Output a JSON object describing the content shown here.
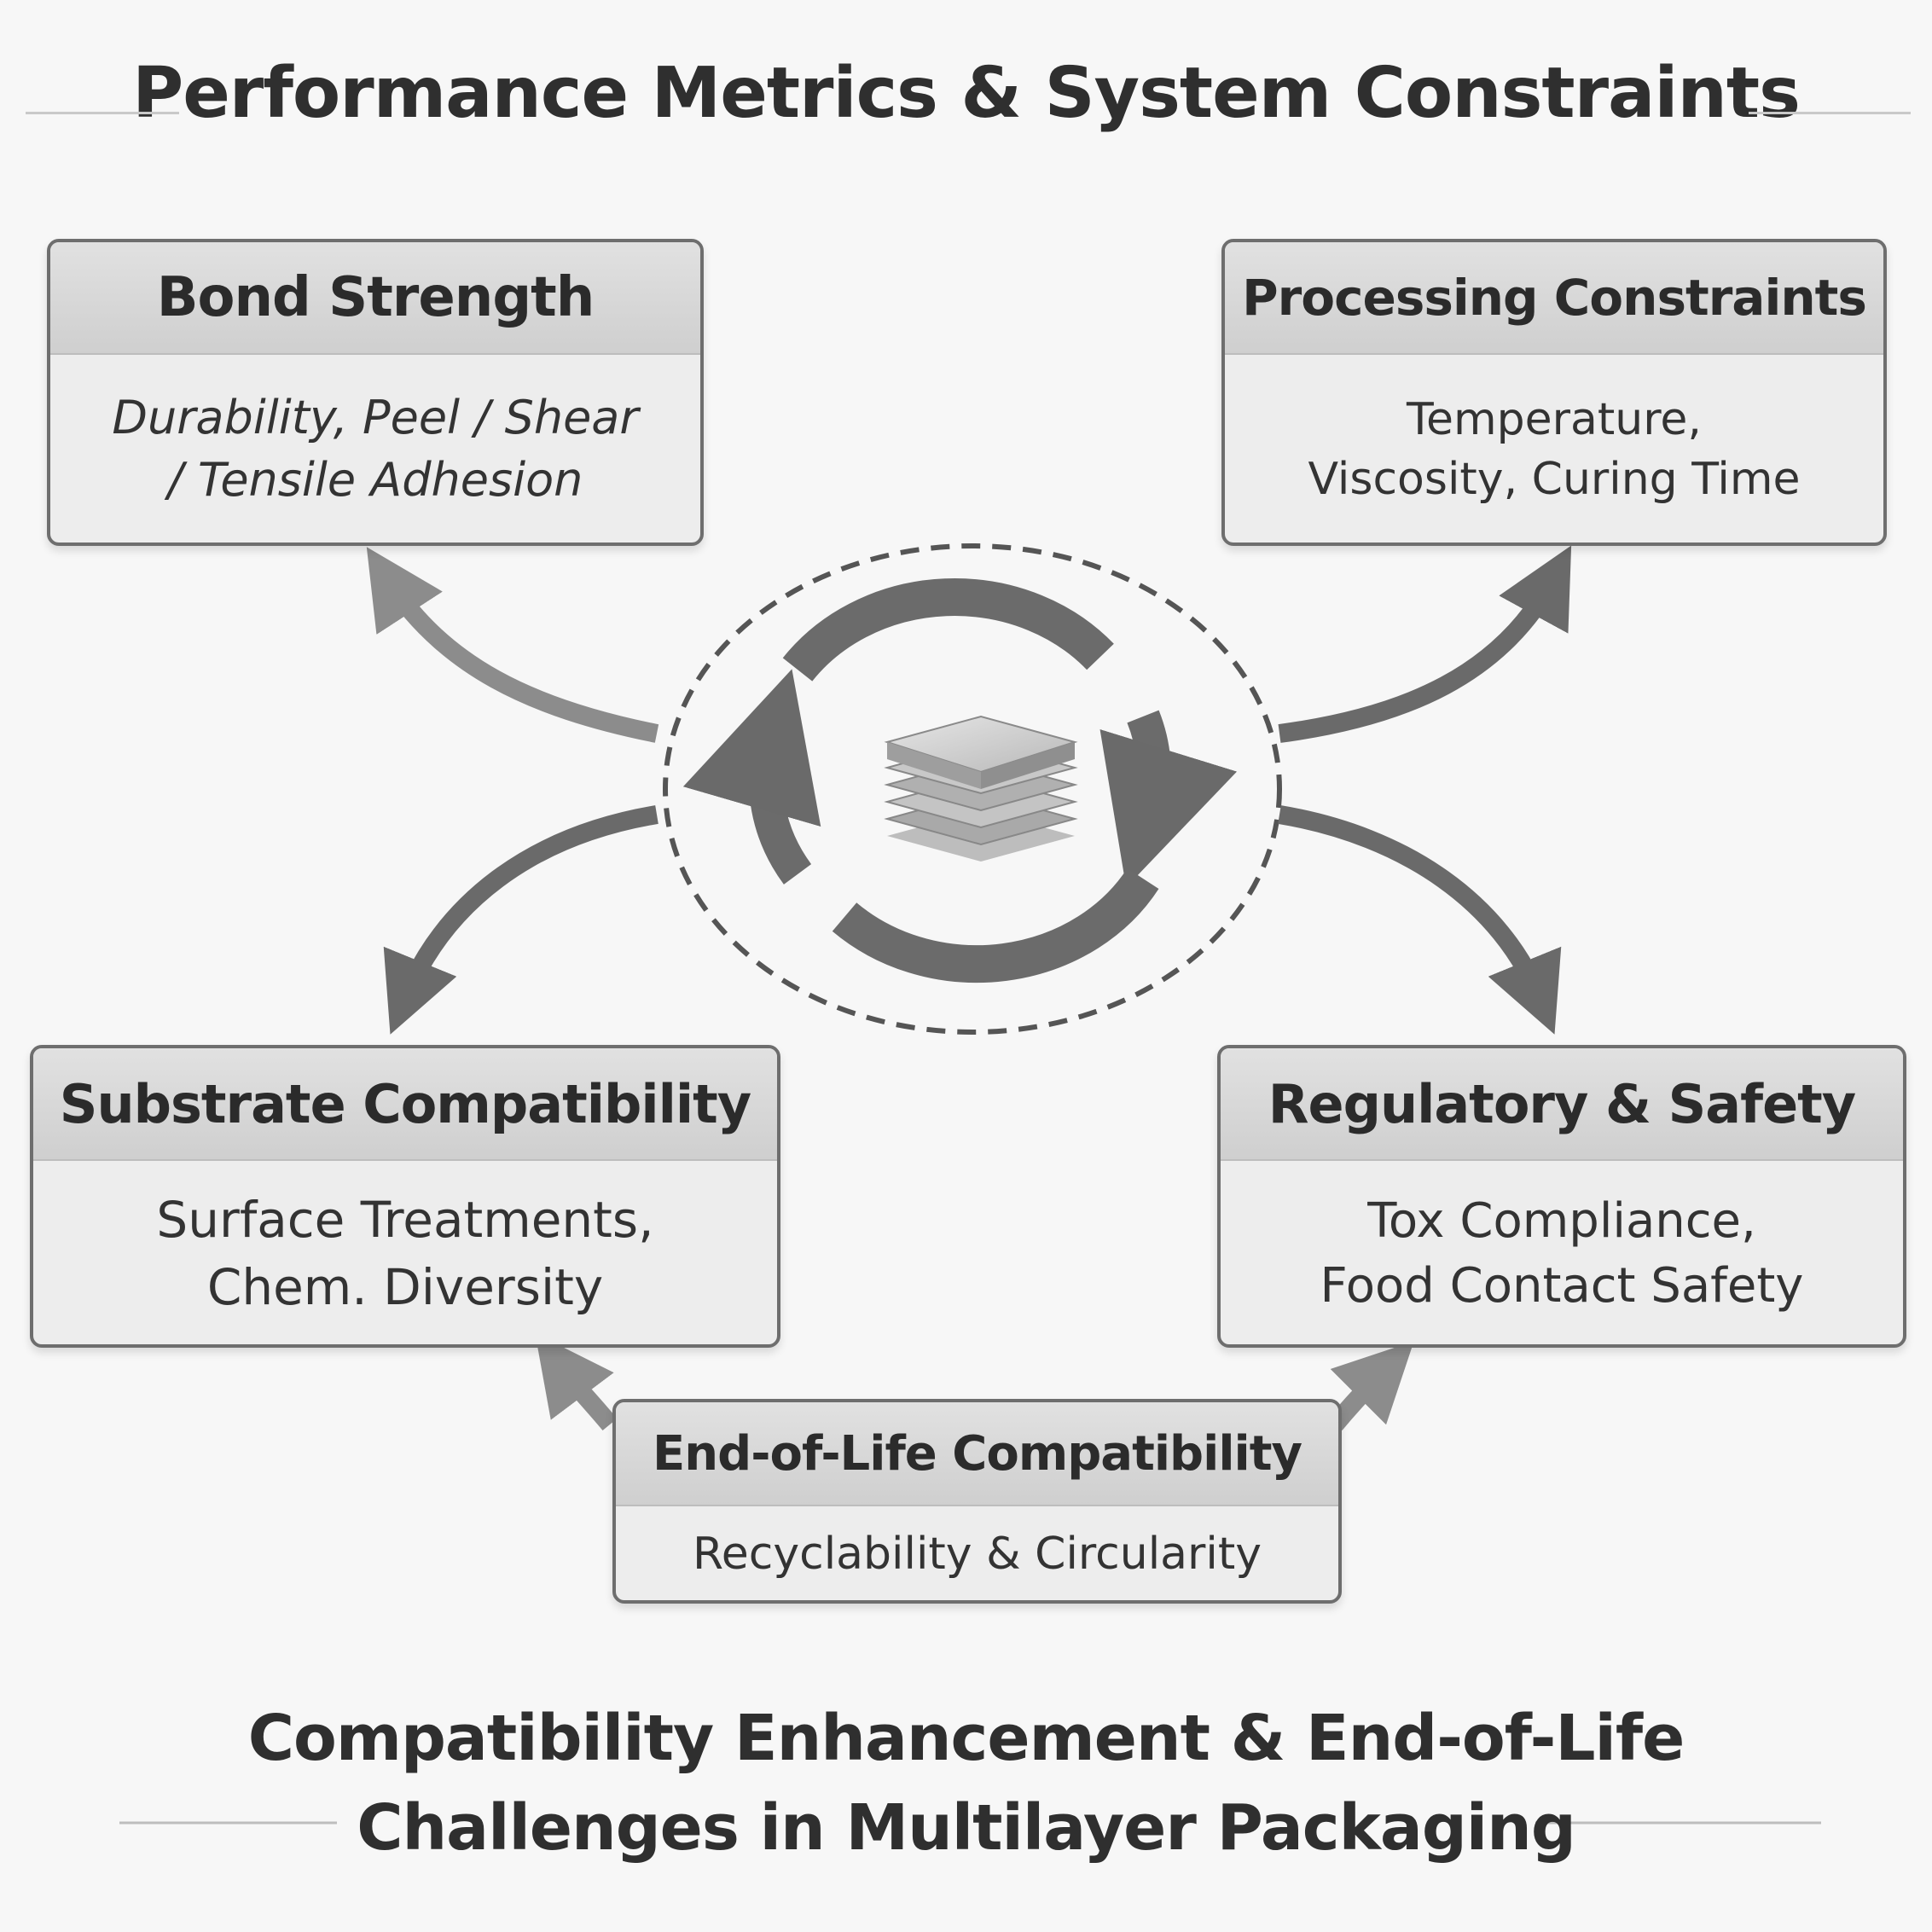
{
  "top_title": "Performance Metrics & System Constraints",
  "boxes": {
    "bond_strength": {
      "title": "Bond Strength",
      "line1": "Durability, Peel / Shear",
      "line2": "/ Tensile Adhesion"
    },
    "processing_constraints": {
      "title": "Processing Constraints",
      "line1": "Temperature,",
      "line2": "Viscosity, Curing Time"
    },
    "substrate_compatibility": {
      "title": "Substrate Compatibility",
      "line1": "Surface Treatments,",
      "line2": "Chem. Diversity"
    },
    "regulatory_safety": {
      "title": "Regulatory & Safety",
      "line1": "Tox Compliance,",
      "line2": "Food Contact Safety"
    },
    "end_of_life": {
      "title": "End-of-Life Compatibility",
      "line1": "Recyclability & Circularity"
    }
  },
  "bottom_title": {
    "line1": "Compatibility Enhancement & End-of-Life",
    "line2": "Challenges in Multilayer Packaging"
  }
}
